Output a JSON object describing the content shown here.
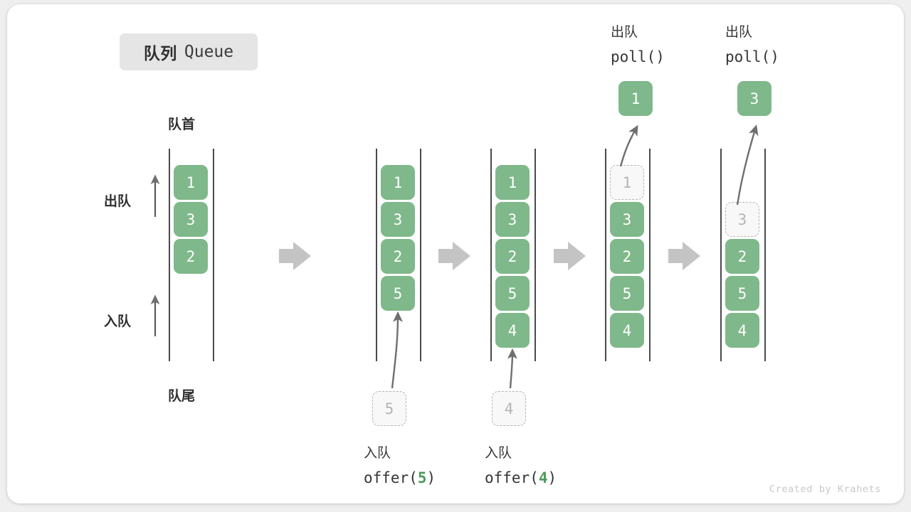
{
  "title": {
    "cn": "队列",
    "en": "Queue"
  },
  "labels": {
    "head": "队首",
    "tail": "队尾",
    "dequeue": "出队",
    "enqueue": "入队"
  },
  "credit": "Created by Krahets",
  "colors": {
    "cell_green": "#7fb88a",
    "cell_text": "#ffffff",
    "ghost_fill": "#f8f8f8",
    "ghost_border": "#b6b6b6",
    "ghost_text": "#b4b4b4",
    "rail": "#4a4a4a",
    "arrow_gray": "#c4c4c4",
    "curve_arrow": "#6f6f6f",
    "chip_bg": "#e5e5e5",
    "accent_green_text": "#4c9a5a",
    "card_bg": "#ffffff",
    "page_bg": "#efefef"
  },
  "steps": [
    {
      "id": "state-initial",
      "cells": [
        {
          "value": "1",
          "style": "solid"
        },
        {
          "value": "3",
          "style": "solid"
        },
        {
          "value": "2",
          "style": "solid"
        }
      ],
      "incoming": null,
      "outgoing": null,
      "caption_top": null,
      "caption_bottom": null
    },
    {
      "id": "state-after-offer-5",
      "cells": [
        {
          "value": "1",
          "style": "solid"
        },
        {
          "value": "3",
          "style": "solid"
        },
        {
          "value": "2",
          "style": "solid"
        },
        {
          "value": "5",
          "style": "solid"
        }
      ],
      "incoming": {
        "value": "5",
        "style": "ghost"
      },
      "outgoing": null,
      "caption_top": null,
      "caption_bottom": {
        "cn": "入队",
        "code_prefix": "offer(",
        "code_num": "5",
        "code_suffix": ")"
      }
    },
    {
      "id": "state-after-offer-4",
      "cells": [
        {
          "value": "1",
          "style": "solid"
        },
        {
          "value": "3",
          "style": "solid"
        },
        {
          "value": "2",
          "style": "solid"
        },
        {
          "value": "5",
          "style": "solid"
        },
        {
          "value": "4",
          "style": "solid"
        }
      ],
      "incoming": {
        "value": "4",
        "style": "ghost"
      },
      "outgoing": null,
      "caption_top": null,
      "caption_bottom": {
        "cn": "入队",
        "code_prefix": "offer(",
        "code_num": "4",
        "code_suffix": ")"
      }
    },
    {
      "id": "state-after-poll-1",
      "cells": [
        {
          "value": "1",
          "style": "ghost"
        },
        {
          "value": "3",
          "style": "solid"
        },
        {
          "value": "2",
          "style": "solid"
        },
        {
          "value": "5",
          "style": "solid"
        },
        {
          "value": "4",
          "style": "solid"
        }
      ],
      "incoming": null,
      "outgoing": {
        "value": "1",
        "style": "solid"
      },
      "caption_top": {
        "cn": "出队",
        "code": "poll()"
      },
      "caption_bottom": null
    },
    {
      "id": "state-after-poll-3",
      "cells": [
        {
          "value": "",
          "style": "empty"
        },
        {
          "value": "3",
          "style": "ghost"
        },
        {
          "value": "2",
          "style": "solid"
        },
        {
          "value": "5",
          "style": "solid"
        },
        {
          "value": "4",
          "style": "solid"
        }
      ],
      "incoming": null,
      "outgoing": {
        "value": "3",
        "style": "solid"
      },
      "caption_top": {
        "cn": "出队",
        "code": "poll()"
      },
      "caption_bottom": null
    }
  ],
  "flow_arrows": [
    {
      "name": "flow-arrow-1"
    },
    {
      "name": "flow-arrow-2"
    },
    {
      "name": "flow-arrow-3"
    },
    {
      "name": "flow-arrow-4"
    }
  ]
}
